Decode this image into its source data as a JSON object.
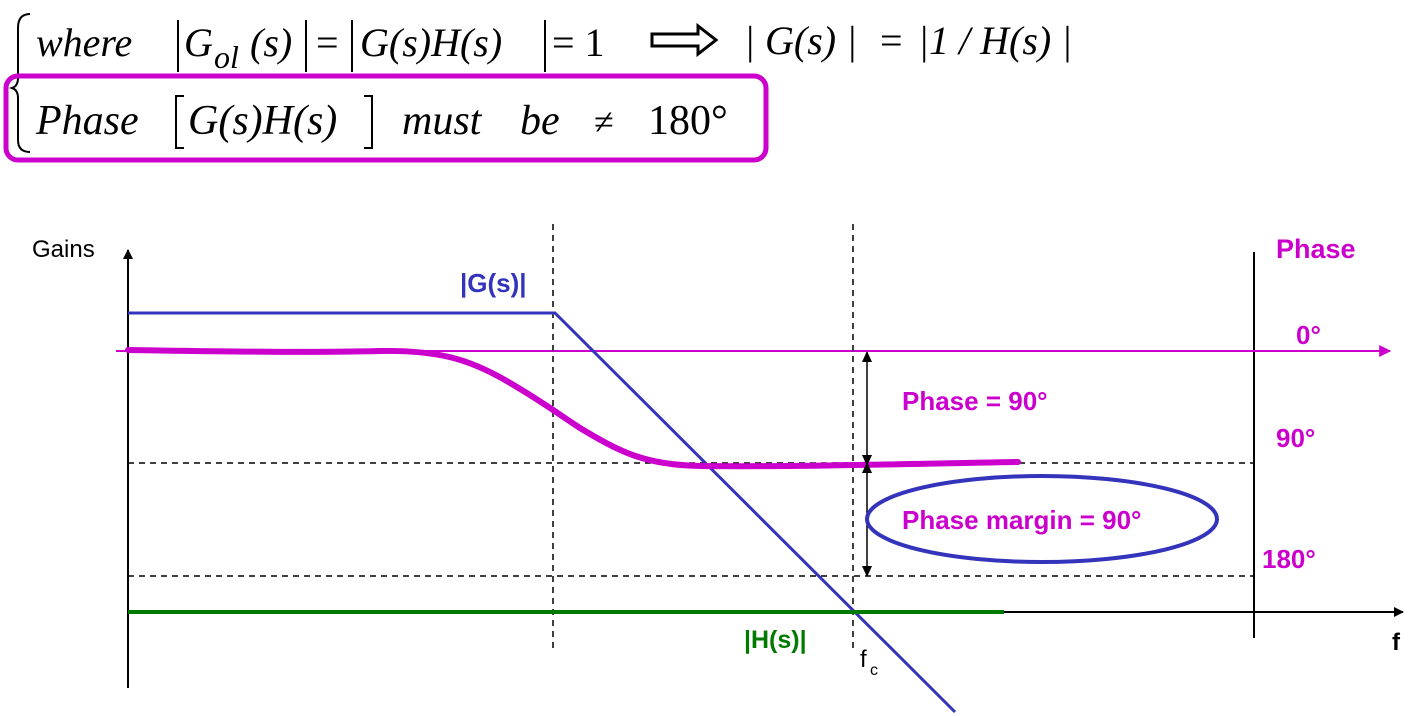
{
  "equations": {
    "line1": {
      "word": "where",
      "gol": "G",
      "gol_sub": "ol",
      "gol_arg": "(s)",
      "eq1": "=",
      "gh": "G(s)H(s)",
      "eq_one": "= 1",
      "implies_arrow": "⟹",
      "g_abs": "| G(s) |",
      "eq3": "=",
      "inv_h": "|1 / H(s) |"
    },
    "line2": {
      "word": "Phase",
      "expr": "G(s)H(s)",
      "must": "must",
      "be": "be",
      "neq": "≠",
      "value": "180°"
    }
  },
  "diagram": {
    "gains_label": "Gains",
    "phase_axis_label": "Phase",
    "x_axis_label": "f",
    "g_label": "|G(s)|",
    "h_label": "|H(s)|",
    "fc_label": "f",
    "fc_sub": "c",
    "phase_ticks": [
      "0°",
      "90°",
      "180°"
    ],
    "phase_annotation": "Phase = 90°",
    "margin_annotation": "Phase margin = 90°"
  },
  "colors": {
    "magenta": "#cc00cc",
    "blue": "#3333bb",
    "green": "#007a00",
    "black": "#000000"
  }
}
